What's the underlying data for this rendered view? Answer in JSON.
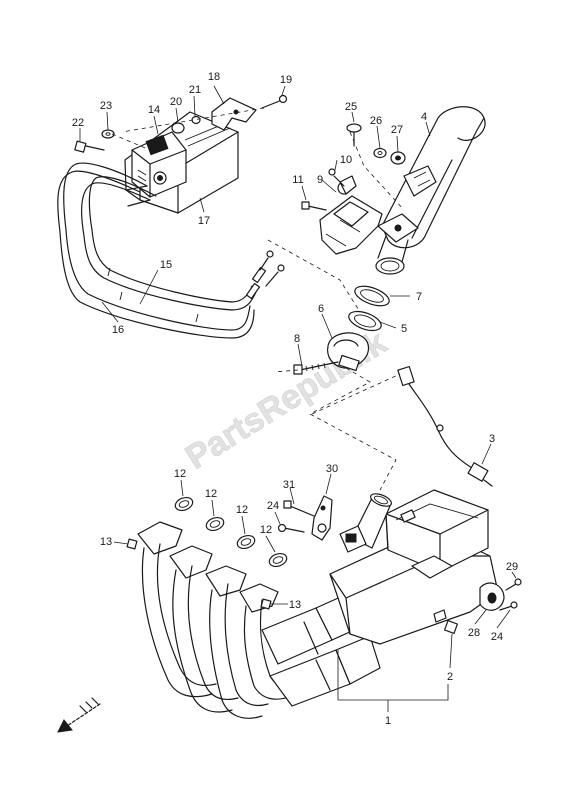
{
  "watermark": "PartsRepublik",
  "callouts": {
    "c1": "1",
    "c2": "2",
    "c3": "3",
    "c4": "4",
    "c5": "5",
    "c6": "6",
    "c7": "7",
    "c8": "8",
    "c9": "9",
    "c10": "10",
    "c11": "11",
    "c12a": "12",
    "c12b": "12",
    "c12c": "12",
    "c12d": "12",
    "c13a": "13",
    "c13b": "13",
    "c14": "14",
    "c15": "15",
    "c16": "16",
    "c17": "17",
    "c18": "18",
    "c19": "19",
    "c20": "20",
    "c21": "21",
    "c22": "22",
    "c23": "23",
    "c24a": "24",
    "c24b": "24",
    "c25": "25",
    "c26": "26",
    "c27": "27",
    "c28": "28",
    "c29": "29",
    "c30": "30",
    "c31": "31"
  },
  "icons": {
    "front_arrow": "front-direction-arrow-icon"
  }
}
